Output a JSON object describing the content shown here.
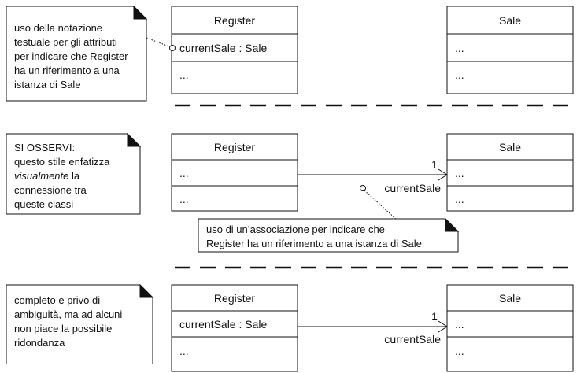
{
  "separator_color": "#111111",
  "sections": [
    {
      "note": {
        "lines": [
          "uso della notazione",
          "testuale per gli attributi",
          "per indicare che Register",
          "ha un riferimento a una",
          "istanza di Sale"
        ]
      },
      "register": {
        "name": "Register",
        "attribute": "currentSale : Sale",
        "operations": "..."
      },
      "sale": {
        "name": "Sale",
        "attribute": "...",
        "operations": "..."
      }
    },
    {
      "note": {
        "lines": [
          "SI OSSERVI:",
          "questo stile enfatizza",
          "visualmente la",
          "connessione tra",
          "queste classi"
        ],
        "italic_word": "visualmente",
        "after_italic": " la"
      },
      "register": {
        "name": "Register",
        "attribute": "...",
        "operations": "..."
      },
      "sale": {
        "name": "Sale",
        "attribute": "...",
        "operations": "..."
      },
      "association": {
        "multiplicity": "1",
        "role": "currentSale"
      },
      "association_note": {
        "lines": [
          "uso di un’associazione per indicare che",
          "Register ha un riferimento a una istanza di Sale"
        ]
      }
    },
    {
      "note": {
        "lines": [
          "completo e privo di",
          "ambiguità, ma ad alcuni",
          "non piace la possibile",
          "ridondanza"
        ]
      },
      "register": {
        "name": "Register",
        "attribute": "currentSale : Sale",
        "operations": "..."
      },
      "sale": {
        "name": "Sale",
        "attribute": "...",
        "operations": "..."
      },
      "association": {
        "multiplicity": "1",
        "role": "currentSale"
      }
    }
  ]
}
